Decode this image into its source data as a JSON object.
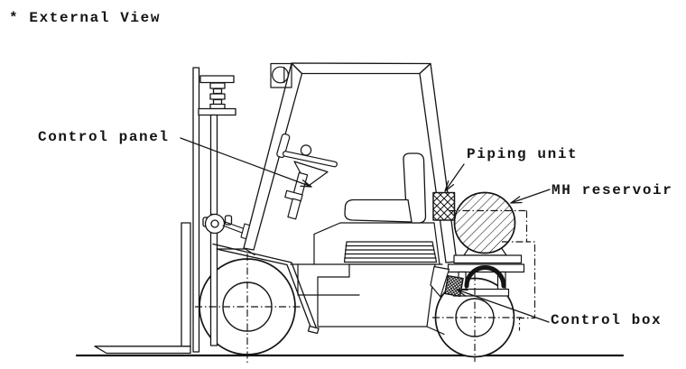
{
  "page": {
    "background": "#ffffff",
    "ink": "#141414"
  },
  "figure": {
    "title": "* External View",
    "callouts": {
      "control_panel": "Control panel",
      "piping_unit": "Piping unit",
      "mh_reservoir": "MH reservoir",
      "control_box": "Control box"
    }
  }
}
